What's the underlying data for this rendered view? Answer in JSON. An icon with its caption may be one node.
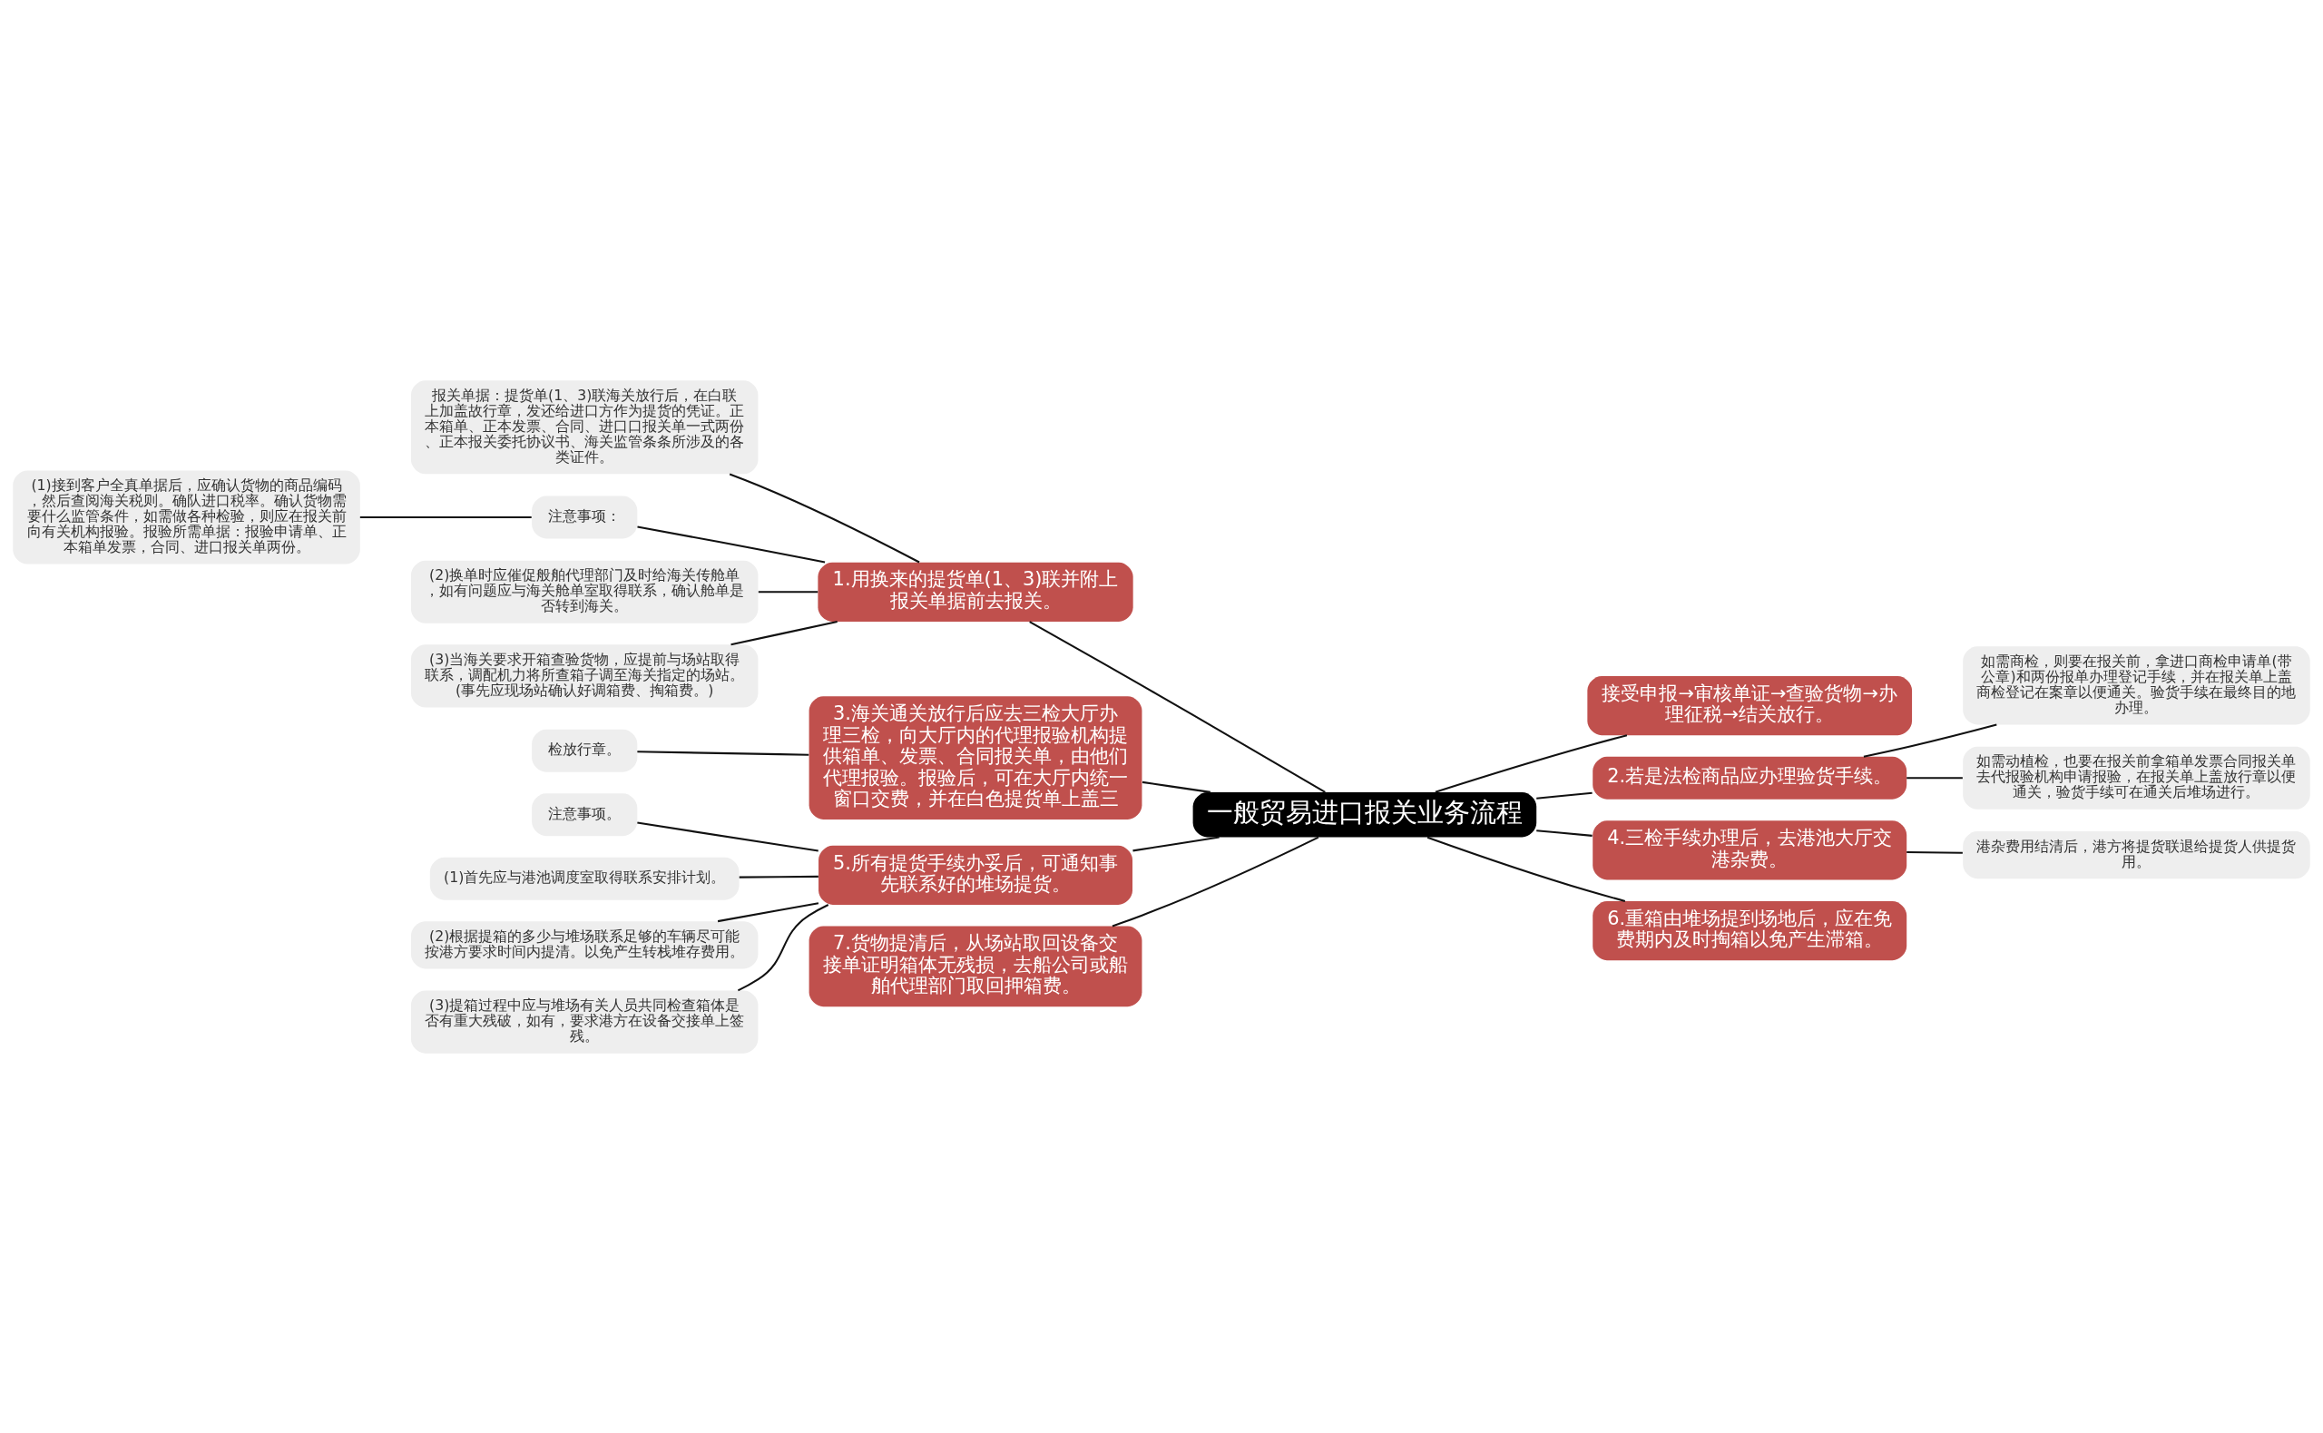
{
  "diagram": {
    "nodes": [
      {
        "text": [
          "一般贸易进口报关业务流程"
        ]
      },
      {
        "text": [
          "1.用换来的提货单(1、3)联并附上报关单据前去报关。"
        ]
      },
      {
        "text": [
          "报关单据：提货单(1、3)联海关放行后，在白联上加盖故行章，发还给进口方作为提货的凭证。正本箱单、正本发票、合同、进口口报关单一式两份、正本报关委托协议书、海关监管条条所涉及的各类证件。"
        ]
      },
      {
        "text": [
          "注意事项："
        ]
      },
      {
        "text": [
          "(1)接到客户全真单据后，应确认货物的商品编码，然后查阅海关税则。确队进口税率。确认货物需要什么监管条件，如需做各种检验，则应在报关前向有关机构报验。报验所需单据：报验申请单、正本箱单发票，合同、进口报关单两份。"
        ]
      },
      {
        "text": [
          "(2)换单时应催促般舶代理部门及时给海关传舱单，如有问题应与海关舱单室取得联系，确认舱单是否转到海关。"
        ]
      },
      {
        "text": [
          "(3)当海关要求开箱查验货物，应提前与场站取得联系，调配机力将所查箱子调至海关指定的场站。(事先应现场站确认好调箱费、掏箱费。)"
        ]
      },
      {
        "text": [
          "接受申报→审核单证→查验货物→办理征税→结关放行。"
        ]
      },
      {
        "text": [
          "2.若是法检商品应办理验货手续。"
        ]
      },
      {
        "text": [
          "如需商检，则要在报关前，拿进口商检申请单(带公章)和两份报单办理登记手续，并在报关单上盖商检登记在案章以便通关。验货手续在最终目的地办理。"
        ]
      },
      {
        "text": [
          "如需动植检，也要在报关前拿箱单发票合同报关单去代报验机构申请报验，在报关单上盖放行章以便通关，验货手续可在通关后堆场进行。"
        ]
      },
      {
        "text": [
          "3.海关通关放行后应去三检大厅办理三检，向大厅内的代理报验机构提供箱单、发票、合同报关单，由他们代理报验。报验后，可在大厅内统一窗口交费，并在白色提货单上盖三"
        ]
      },
      {
        "text": [
          "检放行章。"
        ]
      },
      {
        "text": [
          "4.三检手续办理后，去港池大厅交港杂费。"
        ]
      },
      {
        "text": [
          "港杂费用结清后，港方将提货联退给提货人供提货用。"
        ]
      },
      {
        "text": [
          "5.所有提货手续办妥后，可通知事先联系好的堆场提货。"
        ]
      },
      {
        "text": [
          "注意事项。"
        ]
      },
      {
        "text": [
          "(1)首先应与港池调度室取得联系安排计划。"
        ]
      },
      {
        "text": [
          "(2)根据提箱的多少与堆场联系足够的车辆尽可能按港方要求时间内提清。以免产生转栈堆存费用。"
        ]
      },
      {
        "text": [
          "(3)提箱过程中应与堆场有关人员共同检查箱体是否有重大残破，如有，要求港方在设备交接单上签残。"
        ]
      },
      {
        "text": [
          "6.重箱由堆场提到场地后，应在免费期内及时掏箱以免产生滞箱。"
        ]
      },
      {
        "text": [
          "7.货物提清后，从场站取回设备交接单证明箱体无残损，去船公司或船舶代理部门取回押箱费。"
        ]
      }
    ],
    "edges": [
      {
        "from": 0,
        "to": 1,
        "arrow": "none"
      },
      {
        "from": 1,
        "to": 2,
        "arrow": "none"
      },
      {
        "from": 1,
        "to": 3,
        "arrow": "none"
      },
      {
        "from": 3,
        "to": 4,
        "arrow": "none"
      },
      {
        "from": 1,
        "to": 5,
        "arrow": "none"
      },
      {
        "from": 1,
        "to": 6,
        "arrow": "none"
      },
      {
        "from": 0,
        "to": 7,
        "arrow": "none"
      },
      {
        "from": 0,
        "to": 8,
        "arrow": "none"
      },
      {
        "from": 8,
        "to": 9,
        "arrow": "none"
      },
      {
        "from": 8,
        "to": 10,
        "arrow": "none"
      },
      {
        "from": 0,
        "to": 11,
        "arrow": "none"
      },
      {
        "from": 11,
        "to": 12,
        "arrow": "none"
      },
      {
        "from": 0,
        "to": 13,
        "arrow": "none"
      },
      {
        "from": 13,
        "to": 14,
        "arrow": "none"
      },
      {
        "from": 0,
        "to": 15,
        "arrow": "none"
      },
      {
        "from": 15,
        "to": 16,
        "arrow": "none"
      },
      {
        "from": 15,
        "to": 17,
        "arrow": "none"
      },
      {
        "from": 15,
        "to": 18,
        "arrow": "none"
      },
      {
        "from": 15,
        "to": 19,
        "arrow": "none"
      },
      {
        "from": 0,
        "to": 20,
        "arrow": "none"
      },
      {
        "from": 0,
        "to": 21,
        "arrow": "none"
      }
    ]
  }
}
